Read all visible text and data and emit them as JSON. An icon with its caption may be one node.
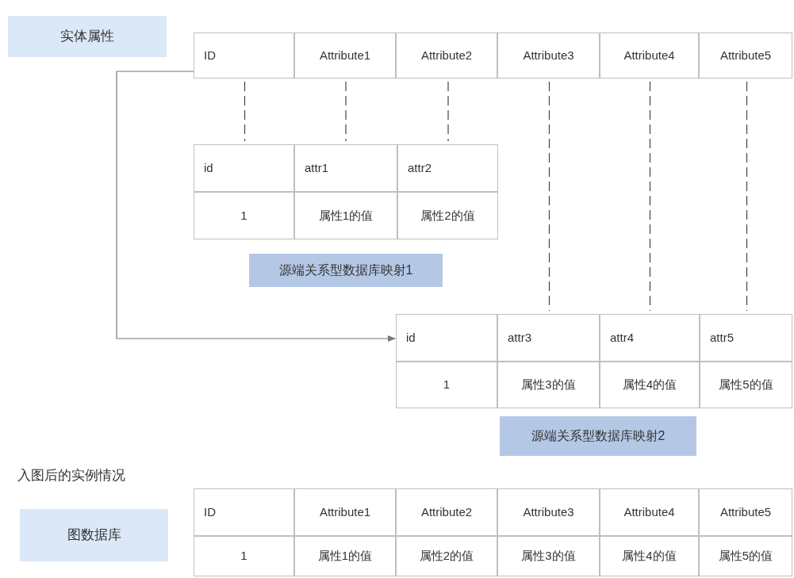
{
  "diagram": {
    "nodes": [
      {
        "text": [
          "实体属性"
        ]
      },
      {
        "text": [
          "ID"
        ]
      },
      {
        "text": [
          "Attribute1"
        ]
      },
      {
        "text": [
          "Attribute2"
        ]
      },
      {
        "text": [
          "Attribute3"
        ]
      },
      {
        "text": [
          "Attribute4"
        ]
      },
      {
        "text": [
          "Attribute5"
        ]
      },
      {
        "text": [
          "id"
        ]
      },
      {
        "text": [
          "attr1"
        ]
      },
      {
        "text": [
          "attr2"
        ]
      },
      {
        "text": [
          "1"
        ]
      },
      {
        "text": [
          "属性1的值"
        ]
      },
      {
        "text": [
          "属性2的值"
        ]
      },
      {
        "text": [
          "源端关系型数据库映射1"
        ]
      },
      {
        "text": [
          "id"
        ]
      },
      {
        "text": [
          "attr3"
        ]
      },
      {
        "text": [
          "attr4"
        ]
      },
      {
        "text": [
          "attr5"
        ]
      },
      {
        "text": [
          "1"
        ]
      },
      {
        "text": [
          "属性3的值"
        ]
      },
      {
        "text": [
          "属性4的值"
        ]
      },
      {
        "text": [
          "属性5的值"
        ]
      },
      {
        "text": [
          "源端关系型数据库映射2"
        ]
      },
      {
        "text": [
          "图数据库"
        ]
      },
      {
        "text": [
          "ID"
        ]
      },
      {
        "text": [
          "Attribute1"
        ]
      },
      {
        "text": [
          "Attribute2"
        ]
      },
      {
        "text": [
          "Attribute3"
        ]
      },
      {
        "text": [
          "Attribute4"
        ]
      },
      {
        "text": [
          "Attribute5"
        ]
      },
      {
        "text": [
          "1"
        ]
      },
      {
        "text": [
          "属性1的值"
        ]
      },
      {
        "text": [
          "属性2的值"
        ]
      },
      {
        "text": [
          "属性3的值"
        ]
      },
      {
        "text": [
          "属性4的值"
        ]
      },
      {
        "text": [
          "属性5的值"
        ]
      }
    ],
    "edges": [
      {
        "from": 1,
        "to": 7,
        "arrow": "none",
        "style": "dashed"
      },
      {
        "from": 2,
        "to": 8,
        "arrow": "none",
        "style": "dashed"
      },
      {
        "from": 3,
        "to": 9,
        "arrow": "none",
        "style": "dashed"
      },
      {
        "from": 4,
        "to": 15,
        "arrow": "none",
        "style": "dashed"
      },
      {
        "from": 5,
        "to": 16,
        "arrow": "none",
        "style": "dashed"
      },
      {
        "from": 6,
        "to": 17,
        "arrow": "none",
        "style": "dashed"
      },
      {
        "from": 1,
        "to": 14,
        "arrow": "to"
      }
    ],
    "labels": [
      "入图后的实例情况"
    ]
  }
}
